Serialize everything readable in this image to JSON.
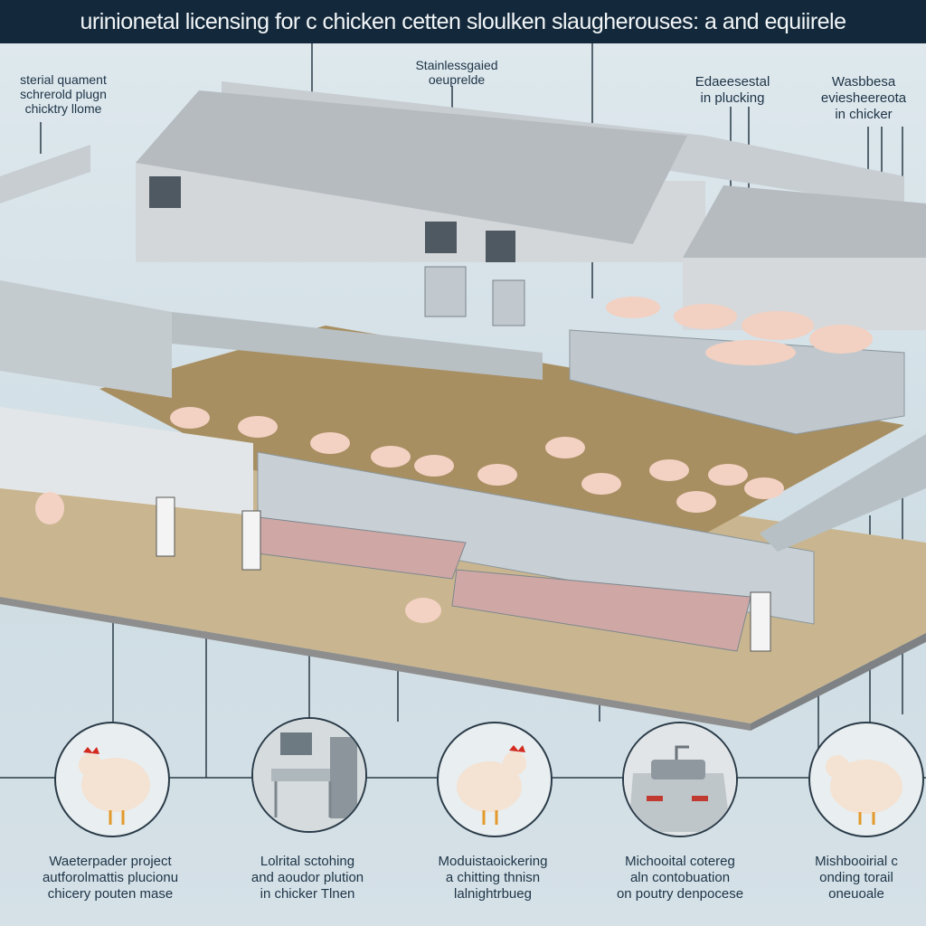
{
  "title": "urinionetal licensing for c chicken cetten sloulken slaugherouses: a and equiirele",
  "top_labels": [
    {
      "lines": [
        "sterial quament",
        "schrerold plugn",
        "chicktry llome"
      ]
    },
    {
      "lines": [
        "Stainlessgaied",
        "oeuprelde"
      ]
    },
    {
      "lines": [
        "Edaeesestal",
        "in plucking"
      ]
    },
    {
      "lines": [
        "Wasbbesa",
        "eviesheereota",
        "in chicker"
      ]
    }
  ],
  "bottom_panels": [
    {
      "icon": "chicken-icon",
      "lines": [
        "Waeterpader project",
        "autforolmattis plucionu",
        "chicery pouten mase"
      ]
    },
    {
      "icon": "kitchen-equipment-icon",
      "lines": [
        "Lolrital sctohing",
        "and aoudor plution",
        "in chicker Tlnen"
      ]
    },
    {
      "icon": "chicken-icon",
      "lines": [
        "Moduistaoickering",
        "a chitting thnisn",
        "lalnightrbueg"
      ]
    },
    {
      "icon": "stainless-sink-icon",
      "lines": [
        "Michooital cotereg",
        "aln contobuation",
        "on poutry denpocese"
      ]
    },
    {
      "icon": "chicken-icon",
      "lines": [
        "Mishbooirial c",
        "onding torail",
        "oneuoale"
      ]
    }
  ],
  "colors": {
    "title_bar": "#13293b",
    "background": "#d8e4ea",
    "steel": "#b9c3c9",
    "chicken": "#f3d2c4",
    "floor": "#a8906a"
  }
}
